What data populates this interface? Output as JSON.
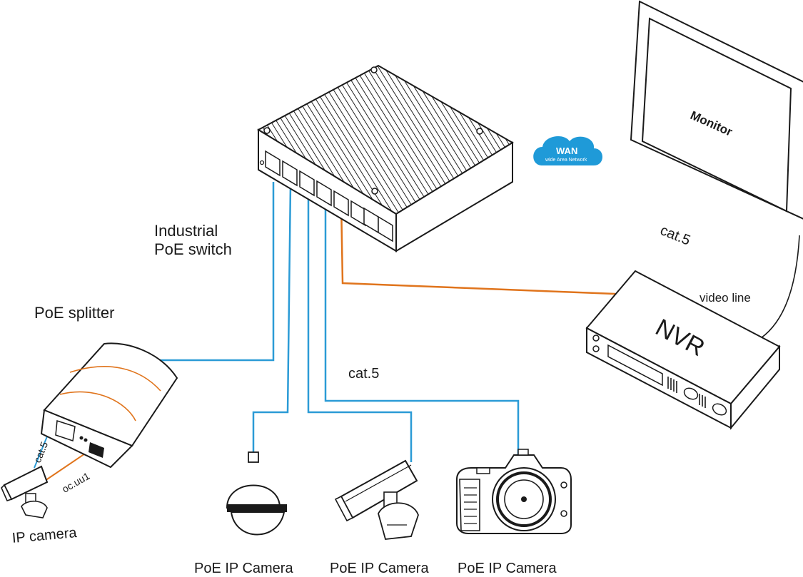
{
  "labels": {
    "switch": [
      "Industrial",
      "PoE switch"
    ],
    "splitter": "PoE splitter",
    "wan_title": "WAN",
    "wan_sub": "wide Area Network",
    "monitor": "Monitor",
    "nvr": "NVR",
    "video_line": "video line",
    "cat5_top": "cat.5",
    "cat5_mid": "cat.5",
    "cat5_splitter": "cat.5",
    "dc_label": "oc.uu1",
    "ip_camera": "IP camera",
    "poe_cam_1": "PoE IP Camera",
    "poe_cam_2": "PoE IP Camera",
    "poe_cam_3": "PoE IP Camera"
  },
  "colors": {
    "cable_blue": "#2b9bd6",
    "cable_orange": "#e0741c",
    "wan_cloud": "#1f9ad8",
    "outline": "#1a1a1a"
  },
  "icons": [
    "poe-switch-icon",
    "wan-cloud-icon",
    "monitor-icon",
    "nvr-icon",
    "poe-splitter-icon",
    "bullet-camera-icon",
    "dome-camera-icon",
    "dslr-camera-icon"
  ]
}
